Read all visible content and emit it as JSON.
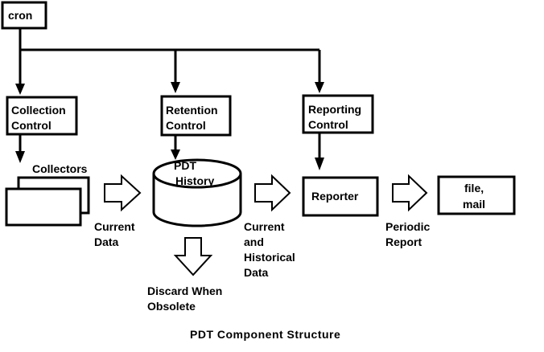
{
  "nodes": {
    "cron": "cron",
    "collection_control": [
      "Collection",
      "Control"
    ],
    "retention_control": [
      "Retention",
      "Control"
    ],
    "reporting_control": [
      "Reporting",
      "Control"
    ],
    "collectors": "Collectors",
    "pdt_history": [
      "PDT",
      "History"
    ],
    "reporter": "Reporter",
    "output": [
      "file,",
      "mail"
    ]
  },
  "flows": {
    "current_data": [
      "Current",
      "Data"
    ],
    "current_historical": [
      "Current",
      "and",
      "Historical",
      "Data"
    ],
    "periodic_report": [
      "Periodic",
      "Report"
    ],
    "discard": [
      "Discard When",
      "Obsolete"
    ]
  },
  "caption": "PDT Component Structure",
  "colors": {
    "stroke": "#000000",
    "fill": "#ffffff"
  }
}
